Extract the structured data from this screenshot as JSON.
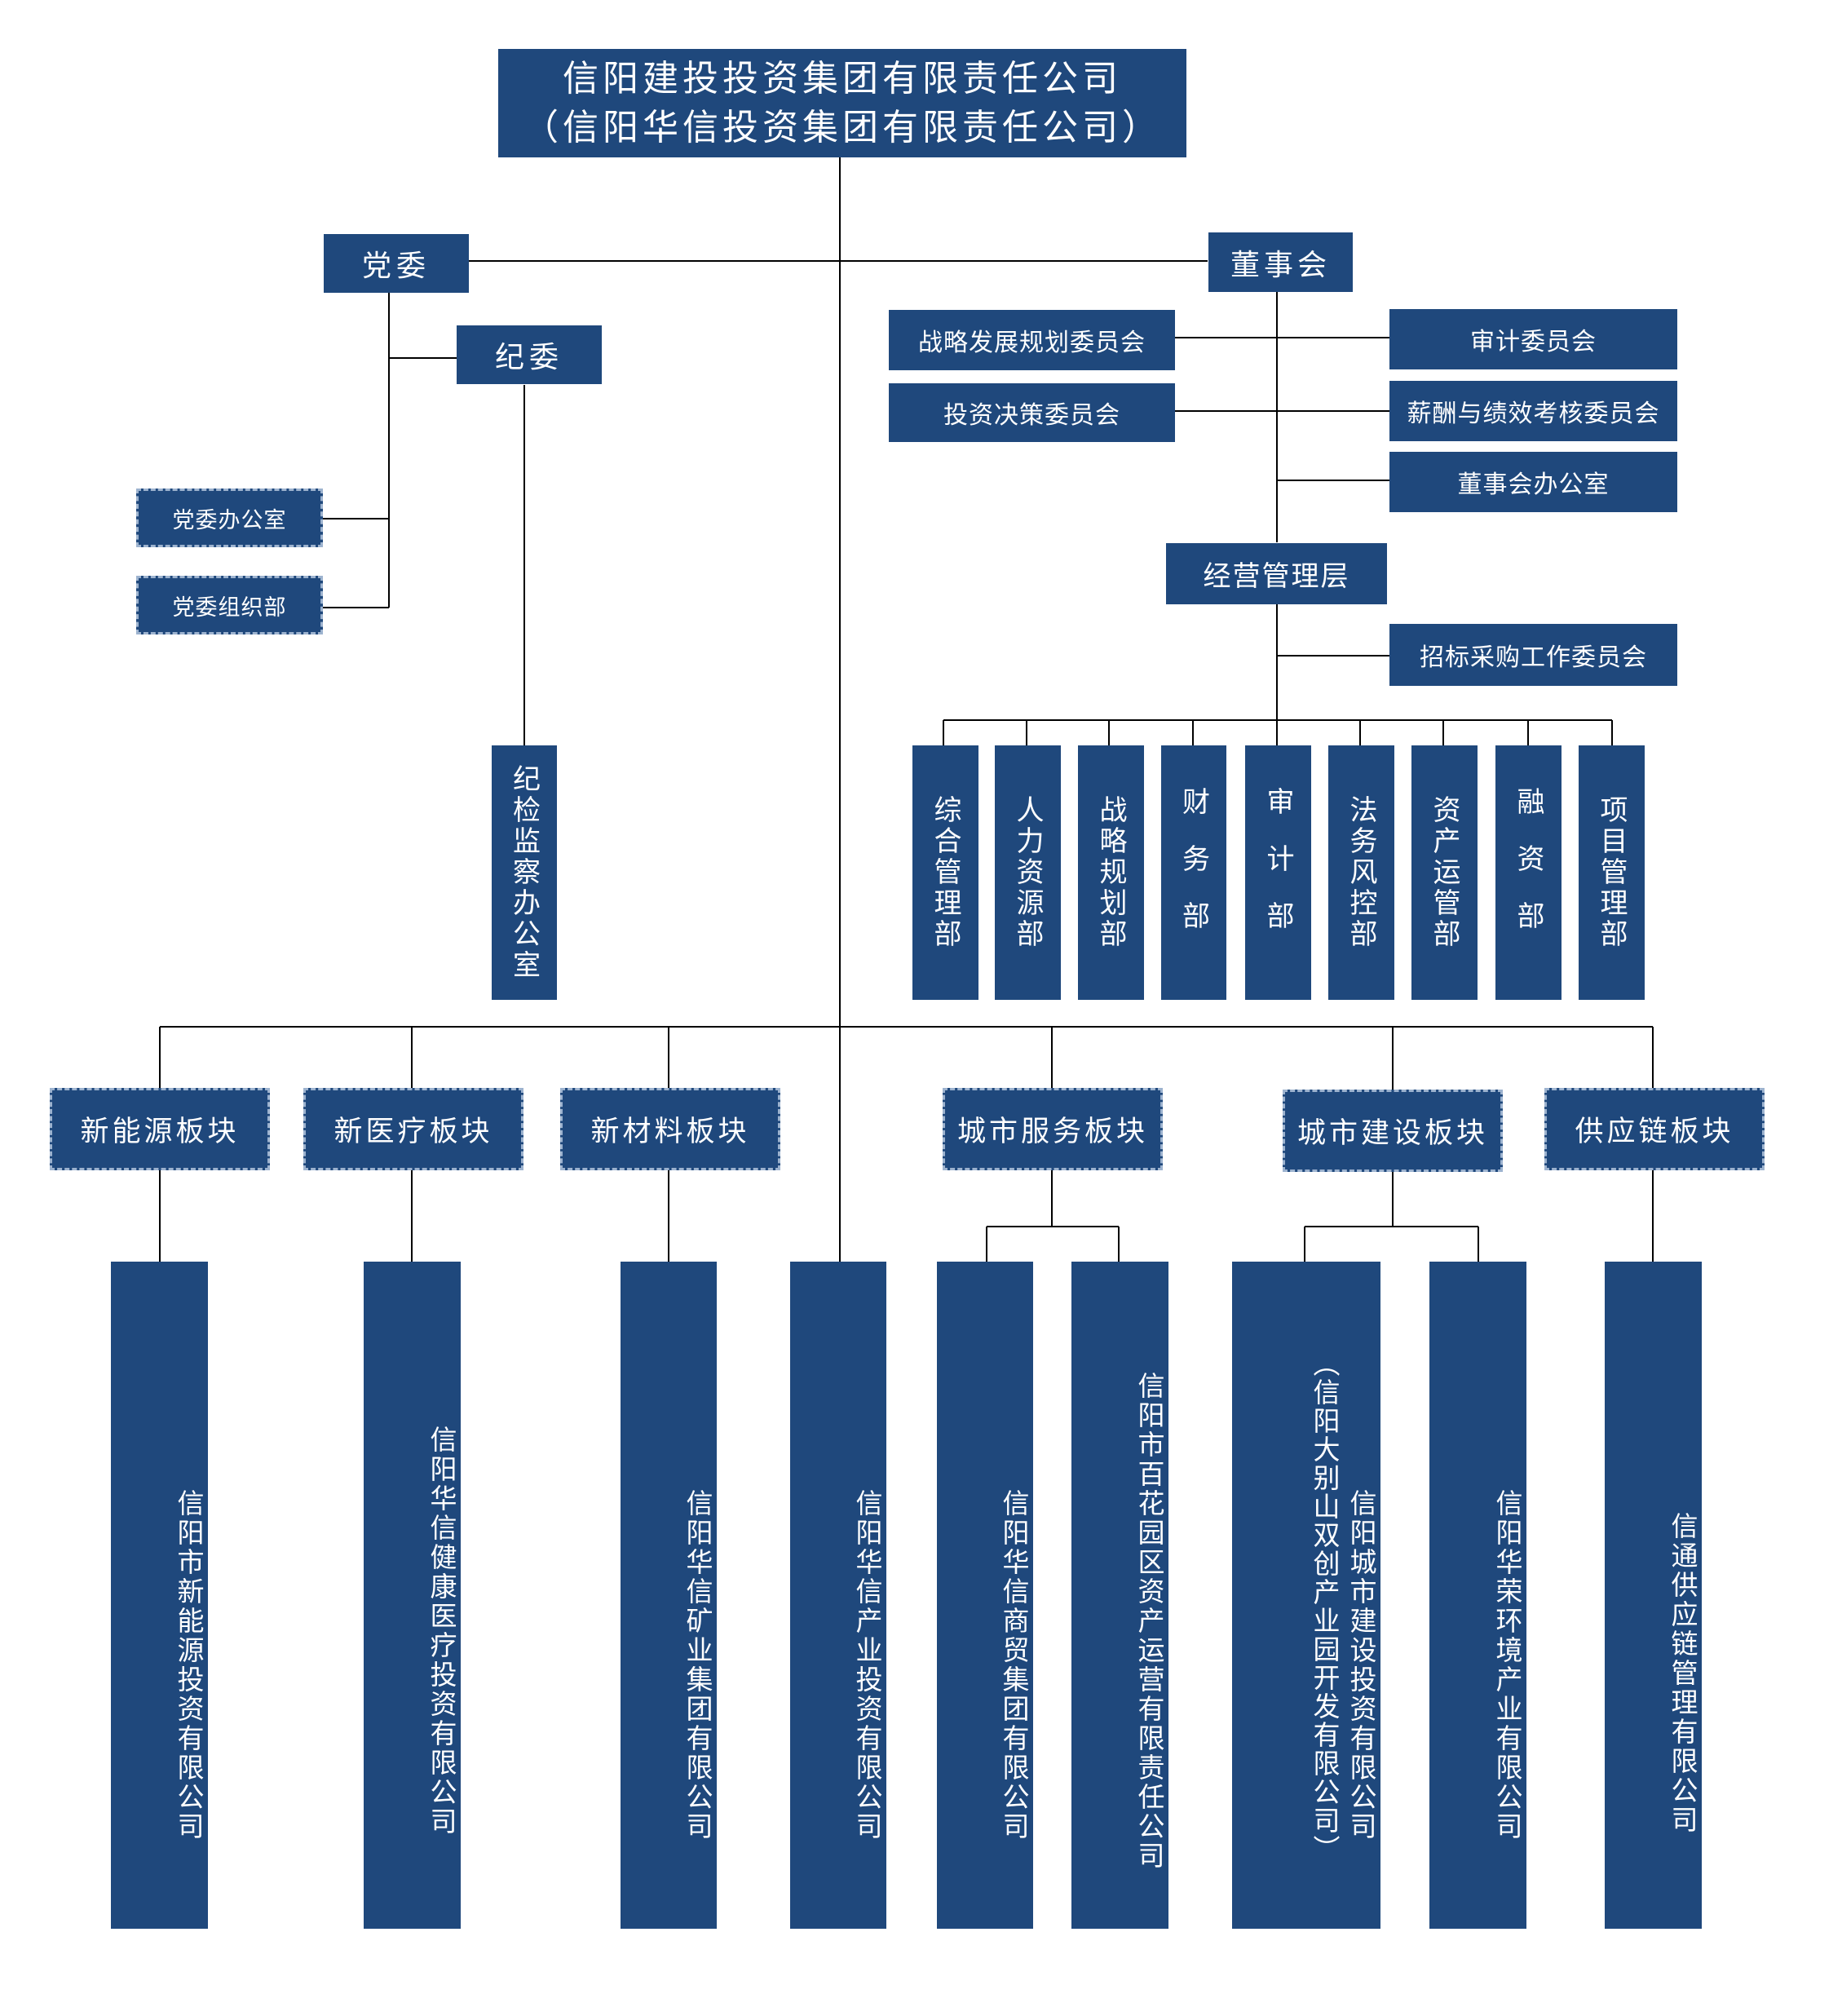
{
  "colors": {
    "box_fill": "#1f487c",
    "box_text": "#ffffff",
    "line": "#000000",
    "dashed_border": "#9db3cf"
  },
  "top": {
    "line1": "信阳建投投资集团有限责任公司",
    "line2": "（信阳华信投资集团有限责任公司）"
  },
  "party": {
    "committee": "党委",
    "discipline": "纪委",
    "office": "党委办公室",
    "organization": "党委组织部",
    "inspection_office": "纪检监察办公室"
  },
  "board": {
    "name": "董事会",
    "strategy_committee": "战略发展规划委员会",
    "investment_committee": "投资决策委员会",
    "audit_committee": "审计委员会",
    "compensation_committee": "薪酬与绩效考核委员会",
    "board_office": "董事会办公室"
  },
  "management": {
    "name": "经营管理层",
    "tender_committee": "招标采购工作委员会"
  },
  "departments": [
    "综合管理部",
    "人力资源部",
    "战略规划部",
    "财务部",
    "审计部",
    "法务风控部",
    "资产运管部",
    "融资部",
    "项目管理部"
  ],
  "sectors": [
    "新能源板块",
    "新医疗板块",
    "新材料板块",
    "城市服务板块",
    "城市建设板块",
    "供应链板块"
  ],
  "companies": [
    "信阳市新能源投资有限公司",
    "信阳华信健康医疗投资有限公司",
    "信阳华信矿业集团有限公司",
    "信阳华信产业投资有限公司",
    "信阳华信商贸集团有限公司",
    "信阳市百花园区资产运营有限责任公司",
    "信阳城市建设投资有限公司",
    "（信阳大别山双创产业园开发有限公司）",
    "信阳华荣环境产业有限公司",
    "信通供应链管理有限公司"
  ]
}
